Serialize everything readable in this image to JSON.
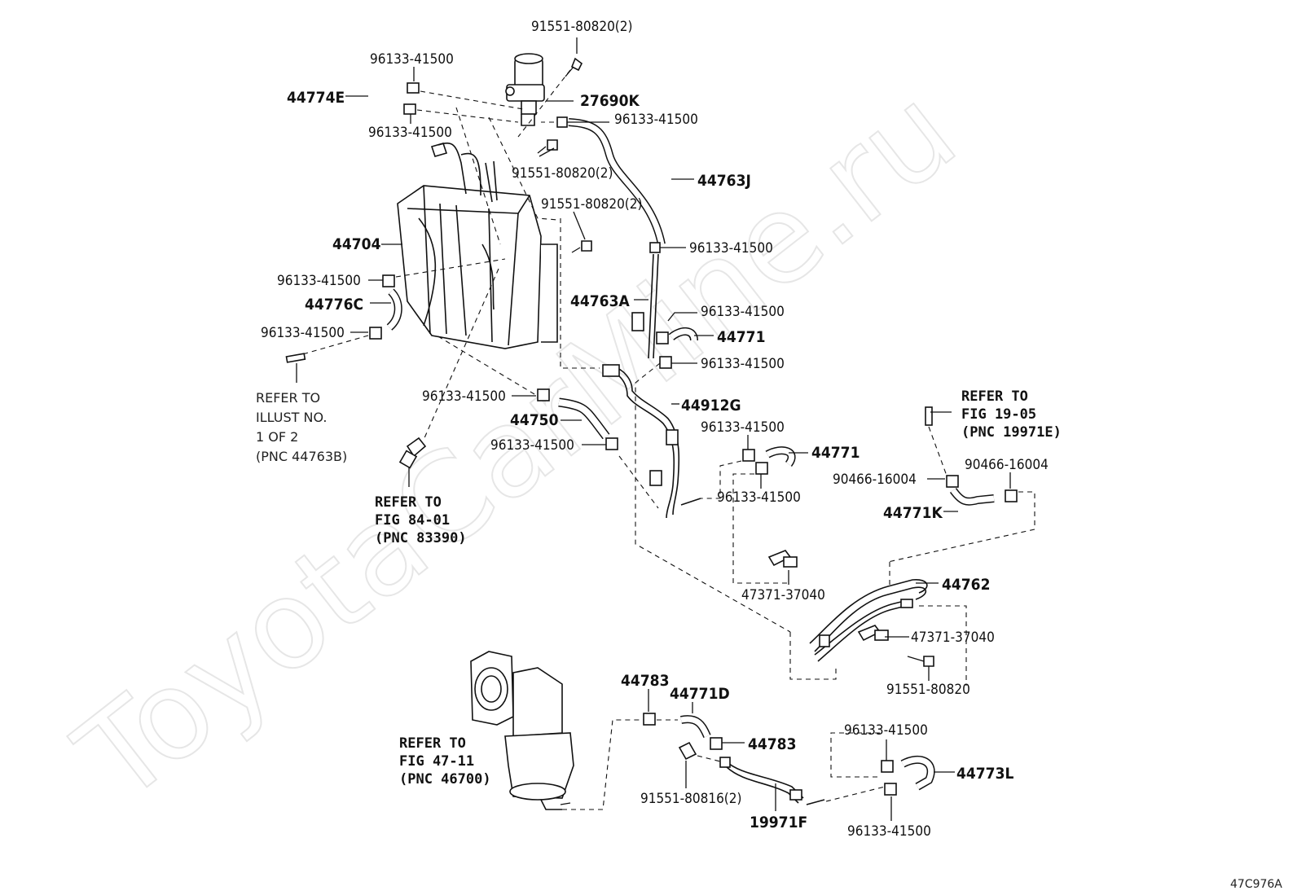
{
  "watermark": "ToyotaCarMine.ru",
  "figure_ref": "47C976A",
  "labels": {
    "p91551_80820_top": "91551-80820(2)",
    "p96133_a": "96133-41500",
    "p44774E": "44774E",
    "p27690K": "27690K",
    "p96133_b": "96133-41500",
    "p96133_c": "96133-41500",
    "p91551_80820_mid": "91551-80820(2)",
    "p44763J": "44763J",
    "p91551_80820_low": "91551-80820(2)",
    "p96133_d": "96133-41500",
    "p44704": "44704",
    "p96133_e": "96133-41500",
    "p44776C": "44776C",
    "p44763A": "44763A",
    "p96133_f": "96133-41500",
    "p44771_a": "44771",
    "p96133_g": "96133-41500",
    "p96133_h": "96133-41500",
    "p96133_i": "96133-41500",
    "p44912G": "44912G",
    "p44750": "44750",
    "p96133_j": "96133-41500",
    "p96133_k": "96133-41500",
    "p44771_b": "44771",
    "p96133_l": "96133-41500",
    "p90466_a": "90466-16004",
    "p90466_b": "90466-16004",
    "p44771K": "44771K",
    "p44762": "44762",
    "p47371_a": "47371-37040",
    "p47371_b": "47371-37040",
    "p91551_80820_r": "91551-80820",
    "p44783_a": "44783",
    "p44771D": "44771D",
    "p44783_b": "44783",
    "p96133_m": "96133-41500",
    "p44773L": "44773L",
    "p91551_80816": "91551-80816(2)",
    "p19971F": "19971F",
    "p96133_n": "96133-41500"
  },
  "notes": {
    "illust": [
      "REFER TO",
      "ILLUST NO.",
      "1 OF 2",
      "(PNC 44763B)"
    ],
    "fig84": [
      "REFER TO",
      "FIG 84-01",
      "(PNC 83390)"
    ],
    "fig19": [
      "REFER TO",
      "FIG 19-05",
      "(PNC 19971E)"
    ],
    "fig47": [
      "REFER TO",
      "FIG 47-11",
      "(PNC 46700)"
    ]
  }
}
